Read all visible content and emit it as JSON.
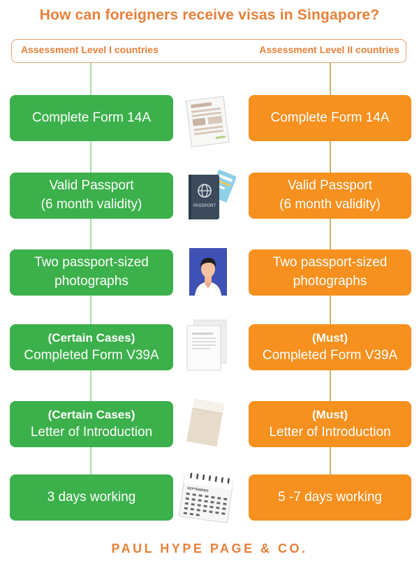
{
  "title": "How can foreigners receive visas in Singapore?",
  "header": {
    "left": "Assessment Level I countries",
    "right": "Assessment Level II countries"
  },
  "rows": [
    {
      "left": {
        "prefix": "",
        "lines": [
          "Complete Form 14A"
        ]
      },
      "right": {
        "prefix": "",
        "lines": [
          "Complete Form 14A"
        ]
      },
      "icon": "form-document-icon"
    },
    {
      "left": {
        "prefix": "",
        "lines": [
          "Valid Passport",
          "(6 month validity)"
        ]
      },
      "right": {
        "prefix": "",
        "lines": [
          "Valid Passport",
          "(6 month validity)"
        ]
      },
      "icon": "passport-icon",
      "icon_text": "PASSPORT"
    },
    {
      "left": {
        "prefix": "",
        "lines": [
          "Two passport-sized",
          "photographs"
        ]
      },
      "right": {
        "prefix": "",
        "lines": [
          "Two passport-sized",
          "photographs"
        ]
      },
      "icon": "passport-photo-icon"
    },
    {
      "left": {
        "prefix": "(Certain Cases)",
        "lines": [
          "Completed Form V39A"
        ]
      },
      "right": {
        "prefix": "(Must)",
        "lines": [
          "Completed Form V39A"
        ]
      },
      "icon": "papers-icon"
    },
    {
      "left": {
        "prefix": "(Certain Cases)",
        "lines": [
          "Letter of Introduction"
        ]
      },
      "right": {
        "prefix": "(Must)",
        "lines": [
          "Letter of Introduction"
        ]
      },
      "icon": "letter-icon"
    },
    {
      "left": {
        "prefix": "",
        "lines": [
          "3 days working"
        ]
      },
      "right": {
        "prefix": "",
        "lines": [
          "5 -7 days working"
        ]
      },
      "icon": "calendar-icon",
      "icon_text": "SEPTEMBER"
    }
  ],
  "footer": "PAUL HYPE PAGE & CO.",
  "colors": {
    "green": "#3cb04b",
    "orange": "#f6901e",
    "accent": "#e8803a"
  }
}
